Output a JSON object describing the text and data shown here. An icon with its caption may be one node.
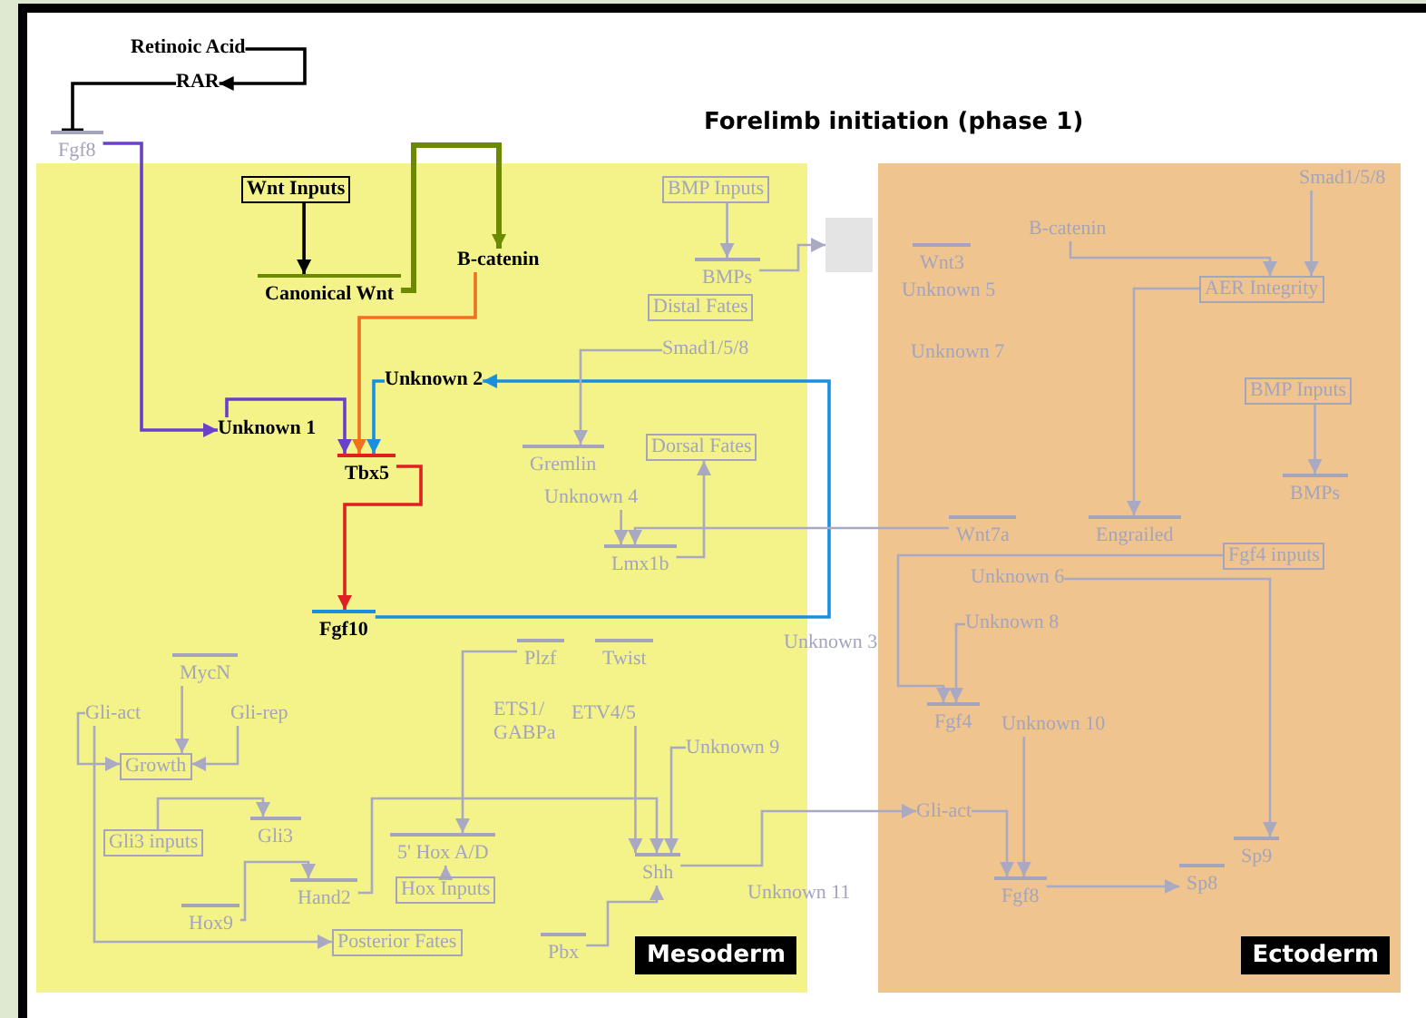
{
  "diagram": {
    "title": "Forelimb initiation (phase 1)",
    "nodes": [
      {
        "text": [
          "Mesoderm"
        ]
      },
      {
        "text": [
          "Ectoderm"
        ]
      },
      {
        "text": [
          "Retinoic Acid"
        ]
      },
      {
        "text": [
          "RAR"
        ]
      },
      {
        "text": [
          "Fgf8"
        ]
      },
      {
        "text": [
          "Wnt Inputs"
        ],
        "in": 0
      },
      {
        "text": [
          "BMP Inputs"
        ],
        "in": 0
      },
      {
        "text": [
          "Canonical Wnt"
        ],
        "in": 0
      },
      {
        "text": [
          "B-catenin"
        ],
        "in": 0
      },
      {
        "text": [
          "BMPs"
        ],
        "in": 0
      },
      {
        "text": [
          "Distal Fates"
        ],
        "in": 0
      },
      {
        "text": [
          "Smad1/5/8"
        ],
        "in": 0
      },
      {
        "text": [
          "Unknown 2"
        ],
        "in": 0
      },
      {
        "text": [
          "Unknown 1"
        ],
        "in": 0
      },
      {
        "text": [
          "Tbx5"
        ],
        "in": 0
      },
      {
        "text": [
          "Gremlin"
        ],
        "in": 0
      },
      {
        "text": [
          "Dorsal Fates"
        ],
        "in": 0
      },
      {
        "text": [
          "Unknown 4"
        ],
        "in": 0
      },
      {
        "text": [
          "Lmx1b"
        ],
        "in": 0
      },
      {
        "text": [
          "Fgf10"
        ],
        "in": 0
      },
      {
        "text": [
          "Unknown 3"
        ]
      },
      {
        "text": [
          "MycN"
        ],
        "in": 0
      },
      {
        "text": [
          "Plzf"
        ],
        "in": 0
      },
      {
        "text": [
          "Twist"
        ],
        "in": 0
      },
      {
        "text": [
          "Gli-act"
        ],
        "in": 0
      },
      {
        "text": [
          "Gli-rep"
        ],
        "in": 0
      },
      {
        "text": [
          "ETS1/ GABPa"
        ],
        "in": 0
      },
      {
        "text": [
          "ETV4/5"
        ],
        "in": 0
      },
      {
        "text": [
          "Growth"
        ],
        "in": 0
      },
      {
        "text": [
          "Unknown 9"
        ],
        "in": 0
      },
      {
        "text": [
          "Gli3 inputs"
        ],
        "in": 0
      },
      {
        "text": [
          "Gli3"
        ],
        "in": 0
      },
      {
        "text": [
          "5' Hox A/D"
        ],
        "in": 0
      },
      {
        "text": [
          "Shh"
        ],
        "in": 0
      },
      {
        "text": [
          "Hox Inputs"
        ],
        "in": 0
      },
      {
        "text": [
          "Unknown 11"
        ]
      },
      {
        "text": [
          "Hox9"
        ],
        "in": 0
      },
      {
        "text": [
          "Hand2"
        ],
        "in": 0
      },
      {
        "text": [
          "Posterior Fates"
        ],
        "in": 0
      },
      {
        "text": [
          "Pbx"
        ],
        "in": 0
      },
      {
        "text": [
          "Smad1/5/8"
        ],
        "in": 1
      },
      {
        "text": [
          "Wnt3"
        ],
        "in": 1
      },
      {
        "text": [
          "B-catenin"
        ],
        "in": 1
      },
      {
        "text": [
          "Unknown 5"
        ],
        "in": 1
      },
      {
        "text": [
          "AER Integrity"
        ],
        "in": 1
      },
      {
        "text": [
          "Unknown 7"
        ],
        "in": 1
      },
      {
        "text": [
          "BMP Inputs"
        ],
        "in": 1
      },
      {
        "text": [
          "BMPs"
        ],
        "in": 1
      },
      {
        "text": [
          "Wnt7a"
        ],
        "in": 1
      },
      {
        "text": [
          "Engrailed"
        ],
        "in": 1
      },
      {
        "text": [
          "Fgf4 inputs"
        ],
        "in": 1
      },
      {
        "text": [
          "Unknown 6"
        ],
        "in": 1
      },
      {
        "text": [
          "Unknown 8"
        ],
        "in": 1
      },
      {
        "text": [
          "Fgf4"
        ],
        "in": 1
      },
      {
        "text": [
          "Unknown 10"
        ],
        "in": 1
      },
      {
        "text": [
          "Gli-act"
        ],
        "in": 1
      },
      {
        "text": [
          "Fgf8"
        ],
        "in": 1
      },
      {
        "text": [
          "Sp8"
        ],
        "in": 1
      },
      {
        "text": [
          "Sp9"
        ],
        "in": 1
      },
      {
        "text": [],
        "shape": "box"
      }
    ],
    "edges": [
      {
        "from": 2,
        "to": 3,
        "arrow": "to",
        "color": "#000000"
      },
      {
        "from": 3,
        "to": 4,
        "arrow": "other",
        "color": "#000000"
      },
      {
        "from": 4,
        "to": 13,
        "arrow": "to",
        "color": "#6a40c8"
      },
      {
        "from": 13,
        "to": 14,
        "arrow": "to",
        "color": "#6a40c8"
      },
      {
        "from": 5,
        "to": 7,
        "arrow": "to",
        "color": "#000000"
      },
      {
        "from": 7,
        "to": 8,
        "arrow": "to",
        "style": "thick",
        "color": "#6b8a00"
      },
      {
        "from": 8,
        "to": 14,
        "arrow": "to",
        "color": "#f07020"
      },
      {
        "from": 12,
        "to": 14,
        "arrow": "to",
        "color": "#1a8fe0"
      },
      {
        "from": 14,
        "to": 19,
        "arrow": "to",
        "color": "#e02020"
      },
      {
        "from": 19,
        "to": 12,
        "arrow": "to",
        "color": "#1a8fe0"
      },
      {
        "from": 6,
        "to": 9,
        "arrow": "to"
      },
      {
        "from": 9,
        "to": 59,
        "arrow": "to"
      },
      {
        "from": 11,
        "to": 15,
        "arrow": "to"
      },
      {
        "from": 17,
        "to": 18,
        "arrow": "to"
      },
      {
        "from": 18,
        "to": 16,
        "arrow": "to"
      },
      {
        "from": 21,
        "to": 28,
        "arrow": "to"
      },
      {
        "from": 24,
        "to": 28,
        "arrow": "to"
      },
      {
        "from": 24,
        "to": 38,
        "arrow": "to"
      },
      {
        "from": 25,
        "to": 28,
        "arrow": "to"
      },
      {
        "from": 30,
        "to": 31,
        "arrow": "to"
      },
      {
        "from": 36,
        "to": 37,
        "arrow": "to"
      },
      {
        "from": 37,
        "to": 33,
        "arrow": "to"
      },
      {
        "from": 34,
        "to": 32,
        "arrow": "to"
      },
      {
        "from": 22,
        "to": 32,
        "arrow": "to"
      },
      {
        "from": 27,
        "to": 33,
        "arrow": "to"
      },
      {
        "from": 39,
        "to": 33,
        "arrow": "to"
      },
      {
        "from": 29,
        "to": 33,
        "arrow": "to"
      },
      {
        "from": 33,
        "to": 55,
        "arrow": "to"
      },
      {
        "from": 40,
        "to": 44,
        "arrow": "to"
      },
      {
        "from": 42,
        "to": 44,
        "arrow": "to"
      },
      {
        "from": 44,
        "to": 49,
        "arrow": "to"
      },
      {
        "from": 46,
        "to": 47,
        "arrow": "to"
      },
      {
        "from": 50,
        "to": 53,
        "arrow": "to"
      },
      {
        "from": 52,
        "to": 53,
        "arrow": "to"
      },
      {
        "from": 54,
        "to": 56,
        "arrow": "to"
      },
      {
        "from": 55,
        "to": 56,
        "arrow": "to"
      },
      {
        "from": 51,
        "to": 58,
        "arrow": "to"
      },
      {
        "from": 56,
        "to": 57,
        "arrow": "to"
      },
      {
        "from": 48,
        "to": 18,
        "arrow": "to"
      }
    ]
  }
}
